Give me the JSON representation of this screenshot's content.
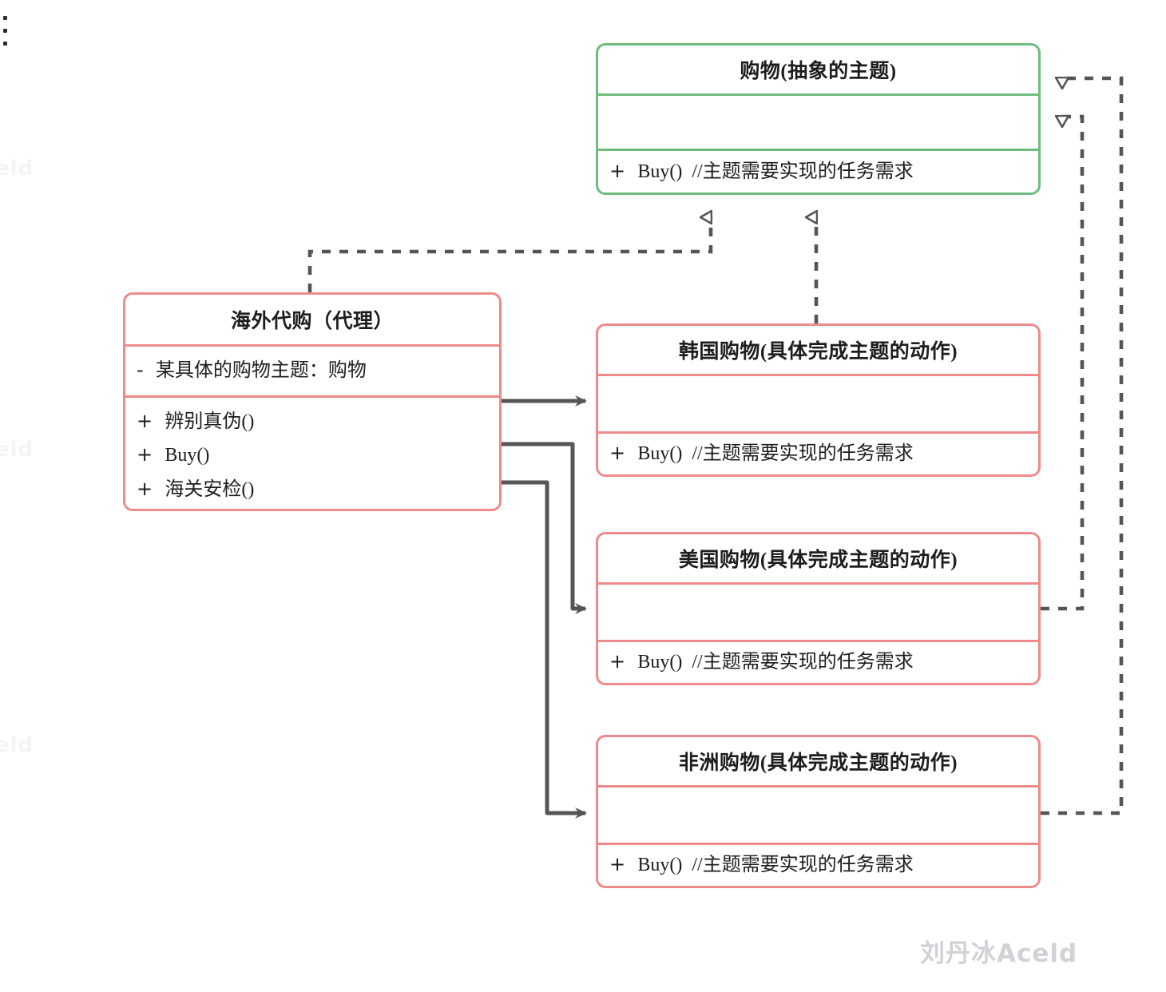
{
  "diagram": {
    "type": "uml-class-diagram",
    "title_visible": false,
    "colors": {
      "abstract_border": "#6dbd7f",
      "concrete_border": "#ee8a8a",
      "edge": "#555555",
      "text": "#1d1d1d",
      "watermark": "#cfd3d6"
    },
    "classes": [
      {
        "id": "subject",
        "name": "购物(抽象的主题)",
        "kind": "abstract",
        "border": "green",
        "attributes": [],
        "methods": [
          {
            "visibility": "+",
            "signature": "Buy()  //主题需要实现的任务需求"
          }
        ]
      },
      {
        "id": "proxy",
        "name": "海外代购（代理）",
        "kind": "proxy",
        "border": "pink",
        "attributes": [
          {
            "visibility": "-",
            "signature": "某具体的购物主题：购物"
          }
        ],
        "methods": [
          {
            "visibility": "+",
            "signature": "辨别真伪()"
          },
          {
            "visibility": "+",
            "signature": "Buy()"
          },
          {
            "visibility": "+",
            "signature": "海关安检()"
          }
        ]
      },
      {
        "id": "korea",
        "name": "韩国购物(具体完成主题的动作)",
        "kind": "concrete",
        "border": "pink",
        "attributes": [],
        "methods": [
          {
            "visibility": "+",
            "signature": "Buy()  //主题需要实现的任务需求"
          }
        ]
      },
      {
        "id": "usa",
        "name": "美国购物(具体完成主题的动作)",
        "kind": "concrete",
        "border": "pink",
        "attributes": [],
        "methods": [
          {
            "visibility": "+",
            "signature": "Buy()  //主题需要实现的任务需求"
          }
        ]
      },
      {
        "id": "africa",
        "name": "非洲购物(具体完成主题的动作)",
        "kind": "concrete",
        "border": "pink",
        "attributes": [],
        "methods": [
          {
            "visibility": "+",
            "signature": "Buy()  //主题需要实现的任务需求"
          }
        ]
      }
    ],
    "relations": [
      {
        "from": "proxy",
        "to": "subject",
        "style": "dashed",
        "arrow": "hollow-triangle",
        "label": ""
      },
      {
        "from": "korea",
        "to": "subject",
        "style": "dashed",
        "arrow": "hollow-triangle",
        "label": ""
      },
      {
        "from": "usa",
        "to": "subject",
        "style": "dashed",
        "arrow": "hollow-triangle",
        "label": ""
      },
      {
        "from": "africa",
        "to": "subject",
        "style": "dashed",
        "arrow": "hollow-triangle",
        "label": ""
      },
      {
        "from": "proxy",
        "to": "korea",
        "style": "solid",
        "arrow": "filled-open",
        "label": ""
      },
      {
        "from": "proxy",
        "to": "usa",
        "style": "solid",
        "arrow": "filled-open",
        "label": ""
      },
      {
        "from": "proxy",
        "to": "africa",
        "style": "solid",
        "arrow": "filled-open",
        "label": ""
      }
    ]
  },
  "watermark": {
    "main": "刘丹冰Aceld",
    "edge": "eld"
  }
}
